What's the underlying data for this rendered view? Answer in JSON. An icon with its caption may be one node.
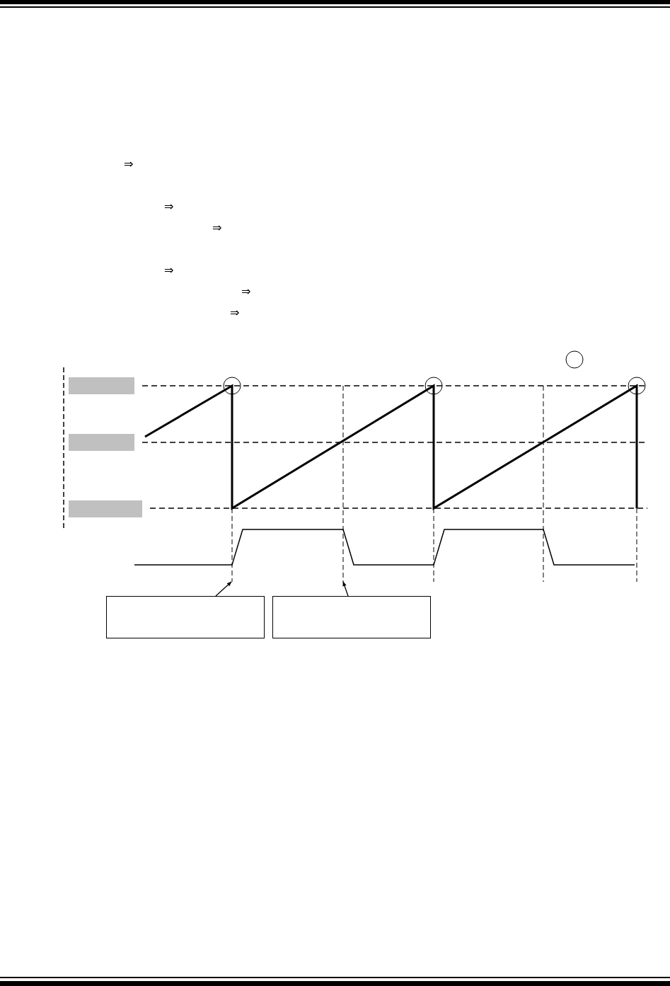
{
  "diagram": {
    "nodes": [
      {
        "text": [],
        "shape": "bar"
      },
      {
        "text": [],
        "shape": "bar"
      },
      {
        "text": [],
        "shape": "bar"
      },
      {
        "text": [],
        "shape": "box"
      },
      {
        "text": [],
        "shape": "box"
      }
    ],
    "edges": [
      {
        "from": 3,
        "to": null,
        "arrow": "to"
      },
      {
        "from": 4,
        "to": null,
        "arrow": "to"
      }
    ],
    "labels": [
      "⇒",
      "⇒",
      "⇒",
      "⇒",
      "⇒",
      "⇒"
    ]
  }
}
